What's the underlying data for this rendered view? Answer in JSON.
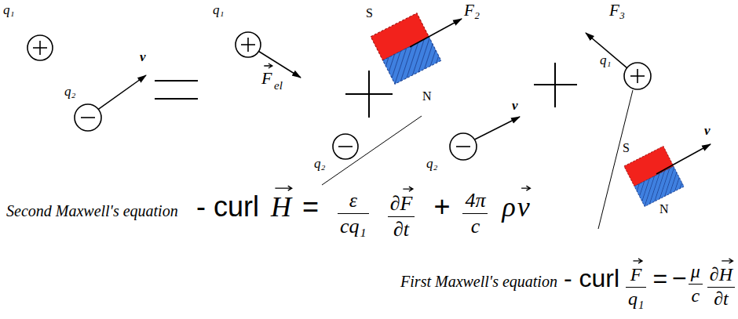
{
  "diagram": {
    "labels": [
      "q₁",
      "q₂",
      "v",
      "q₁",
      "F",
      "el",
      "S",
      "F₂",
      "N",
      "q₂",
      "q₂",
      "v",
      "F₃",
      "q₁",
      "S",
      "N",
      "v",
      "Second Maxwell's equation",
      "- curl",
      "H",
      "=",
      "ε",
      "cq₁",
      "∂",
      "F",
      "∂t",
      "+",
      "4π",
      "c",
      "ρ",
      "v",
      "First Maxwell's equation",
      "- curl",
      "F",
      "q₁",
      "=",
      "−",
      "μ",
      "c",
      "∂",
      "H",
      "∂t"
    ]
  }
}
